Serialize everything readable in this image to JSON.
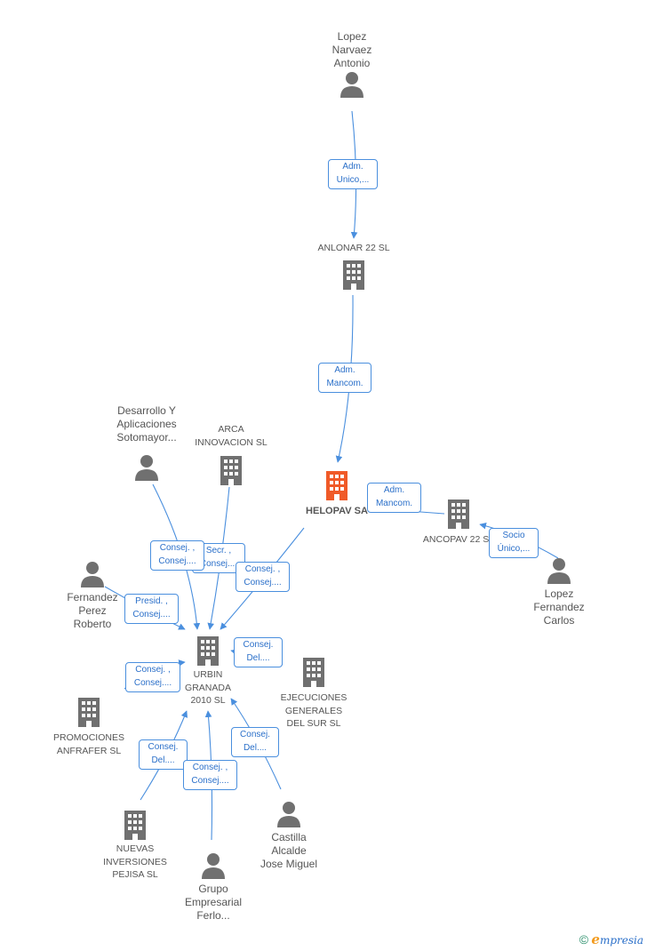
{
  "colors": {
    "edge": "#4a8fde",
    "icon": "#707070",
    "focus": "#f05a28"
  },
  "nodes": {
    "lopez_narvaez": {
      "label": "Lopez\nNarvaez\nAntonio",
      "icon": "person-icon"
    },
    "anlonar": {
      "label": "ANLONAR 22 SL",
      "icon": "building-icon"
    },
    "helopav": {
      "label": "HELOPAV SA",
      "icon": "building-icon"
    },
    "ancopav": {
      "label": "ANCOPAV 22 SL",
      "icon": "building-icon"
    },
    "lopez_fernandez": {
      "label": "Lopez\nFernandez\nCarlos",
      "icon": "person-icon"
    },
    "desarrollo": {
      "label": "Desarrollo Y\nAplicaciones\nSotomayor...",
      "icon": "person-icon"
    },
    "arca": {
      "label": "ARCA\nINNOVACION SL",
      "icon": "building-icon"
    },
    "fernandez_perez": {
      "label": "Fernandez\nPerez\nRoberto",
      "icon": "person-icon"
    },
    "urbin": {
      "label": "URBIN\nGRANADA\n2010 SL",
      "icon": "building-icon"
    },
    "ejecuciones": {
      "label": "EJECUCIONES\nGENERALES\nDEL SUR  SL",
      "icon": "building-icon"
    },
    "promociones": {
      "label": "PROMOCIONES\nANFRAFER  SL",
      "icon": "building-icon"
    },
    "nuevas": {
      "label": "NUEVAS\nINVERSIONES\nPEJISA SL",
      "icon": "building-icon"
    },
    "grupo": {
      "label": "Grupo\nEmpresarial\nFerlo...",
      "icon": "person-icon"
    },
    "castilla": {
      "label": "Castilla\nAlcalde\nJose Miguel",
      "icon": "person-icon"
    }
  },
  "badges": {
    "b1": "Adm.\nUnico,...",
    "b2": "Adm.\nMancom.",
    "b3": "Adm.\nMancom.",
    "b4": "Socio\nÚnico,...",
    "b5": "Consej. ,\nConsej....",
    "b6": "Secr. ,\nConsej....",
    "b7": "Consej. ,\nConsej....",
    "b8": "Presid. ,\nConsej....",
    "b9": "Consej.\nDel....",
    "b10": "Consej. ,\nConsej....",
    "b11": "Consej.\nDel....",
    "b12": "Consej. ,\nConsej....",
    "b13": "Consej.\nDel...."
  },
  "footer": {
    "copyright": "©",
    "brand_initial": "e",
    "brand_rest": "mpresia"
  }
}
